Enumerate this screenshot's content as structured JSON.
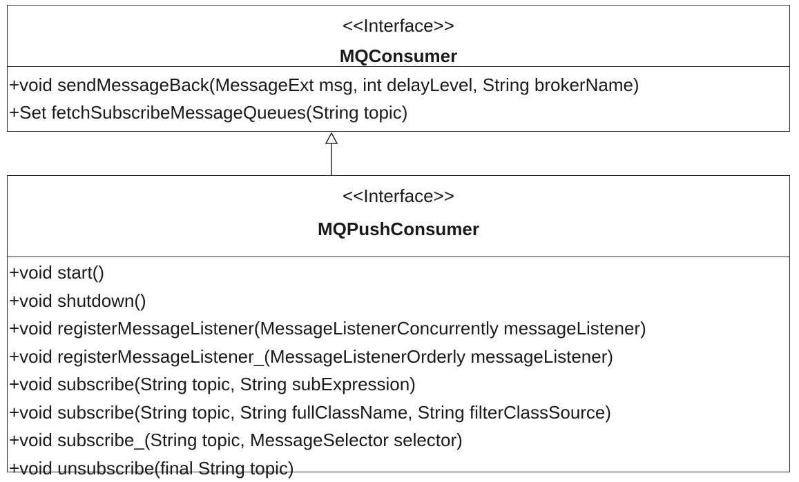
{
  "classes": [
    {
      "stereotype": "<<Interface>>",
      "name": "MQConsumer",
      "methods": [
        "+void sendMessageBack(MessageExt msg, int delayLevel, String brokerName)",
        "+Set fetchSubscribeMessageQueues(String topic)"
      ]
    },
    {
      "stereotype": "<<Interface>>",
      "name": "MQPushConsumer",
      "methods": [
        "+void start()",
        "+void shutdown()",
        "+void registerMessageListener(MessageListenerConcurrently messageListener)",
        "+void registerMessageListener_(MessageListenerOrderly messageListener)",
        "+void subscribe(String topic, String subExpression)",
        "+void subscribe(String topic, String fullClassName, String filterClassSource)",
        "+void subscribe_(String topic, MessageSelector selector)",
        "+void unsubscribe(final String topic)"
      ]
    }
  ],
  "relations": [
    {
      "type": "generalization",
      "from": "MQPushConsumer",
      "to": "MQConsumer"
    }
  ]
}
